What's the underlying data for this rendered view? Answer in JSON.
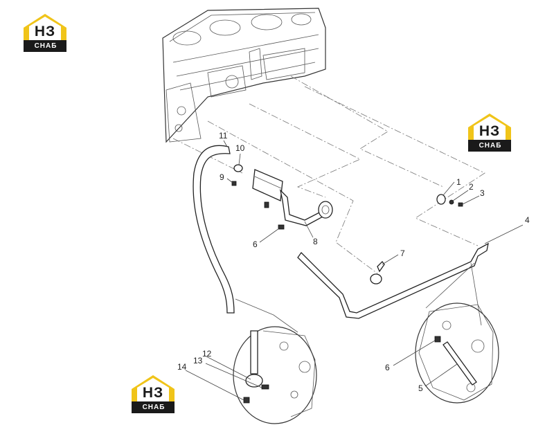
{
  "logo": {
    "letters": "НЗ",
    "subtitle": "СНАБ",
    "colors": {
      "gold": "#f0c419",
      "dark": "#1a1a1a",
      "white": "#ffffff"
    }
  },
  "callouts": {
    "c1": "1",
    "c2": "2",
    "c3": "3",
    "c4": "4",
    "c5": "5",
    "c6a": "6",
    "c6b": "6",
    "c7": "7",
    "c8": "8",
    "c9": "9",
    "c10": "10",
    "c11": "11",
    "c12": "12",
    "c13": "13",
    "c14": "14"
  }
}
